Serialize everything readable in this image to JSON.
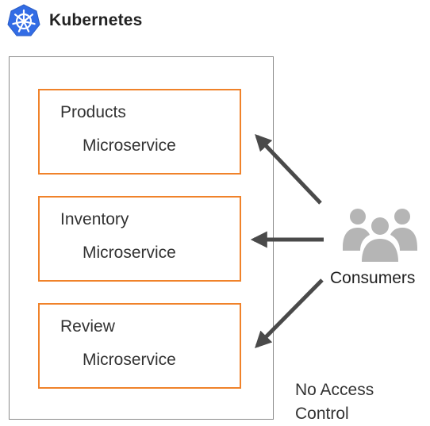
{
  "header": {
    "title": "Kubernetes",
    "logo_icon": "kubernetes-helm-wheel-icon",
    "logo_color": "#326ce5"
  },
  "services": [
    {
      "name": "Products",
      "kind": "Microservice"
    },
    {
      "name": "Inventory",
      "kind": "Microservice"
    },
    {
      "name": "Review",
      "kind": "Microservice"
    }
  ],
  "consumers": {
    "label": "Consumers",
    "icon": "people-group-icon",
    "icon_color": "#b5b5b5"
  },
  "note": {
    "line1": "No Access",
    "line2": "Control"
  },
  "colors": {
    "service_border": "#f0822a",
    "cluster_border": "#8a8a8a",
    "arrow": "#4a4a4a"
  }
}
